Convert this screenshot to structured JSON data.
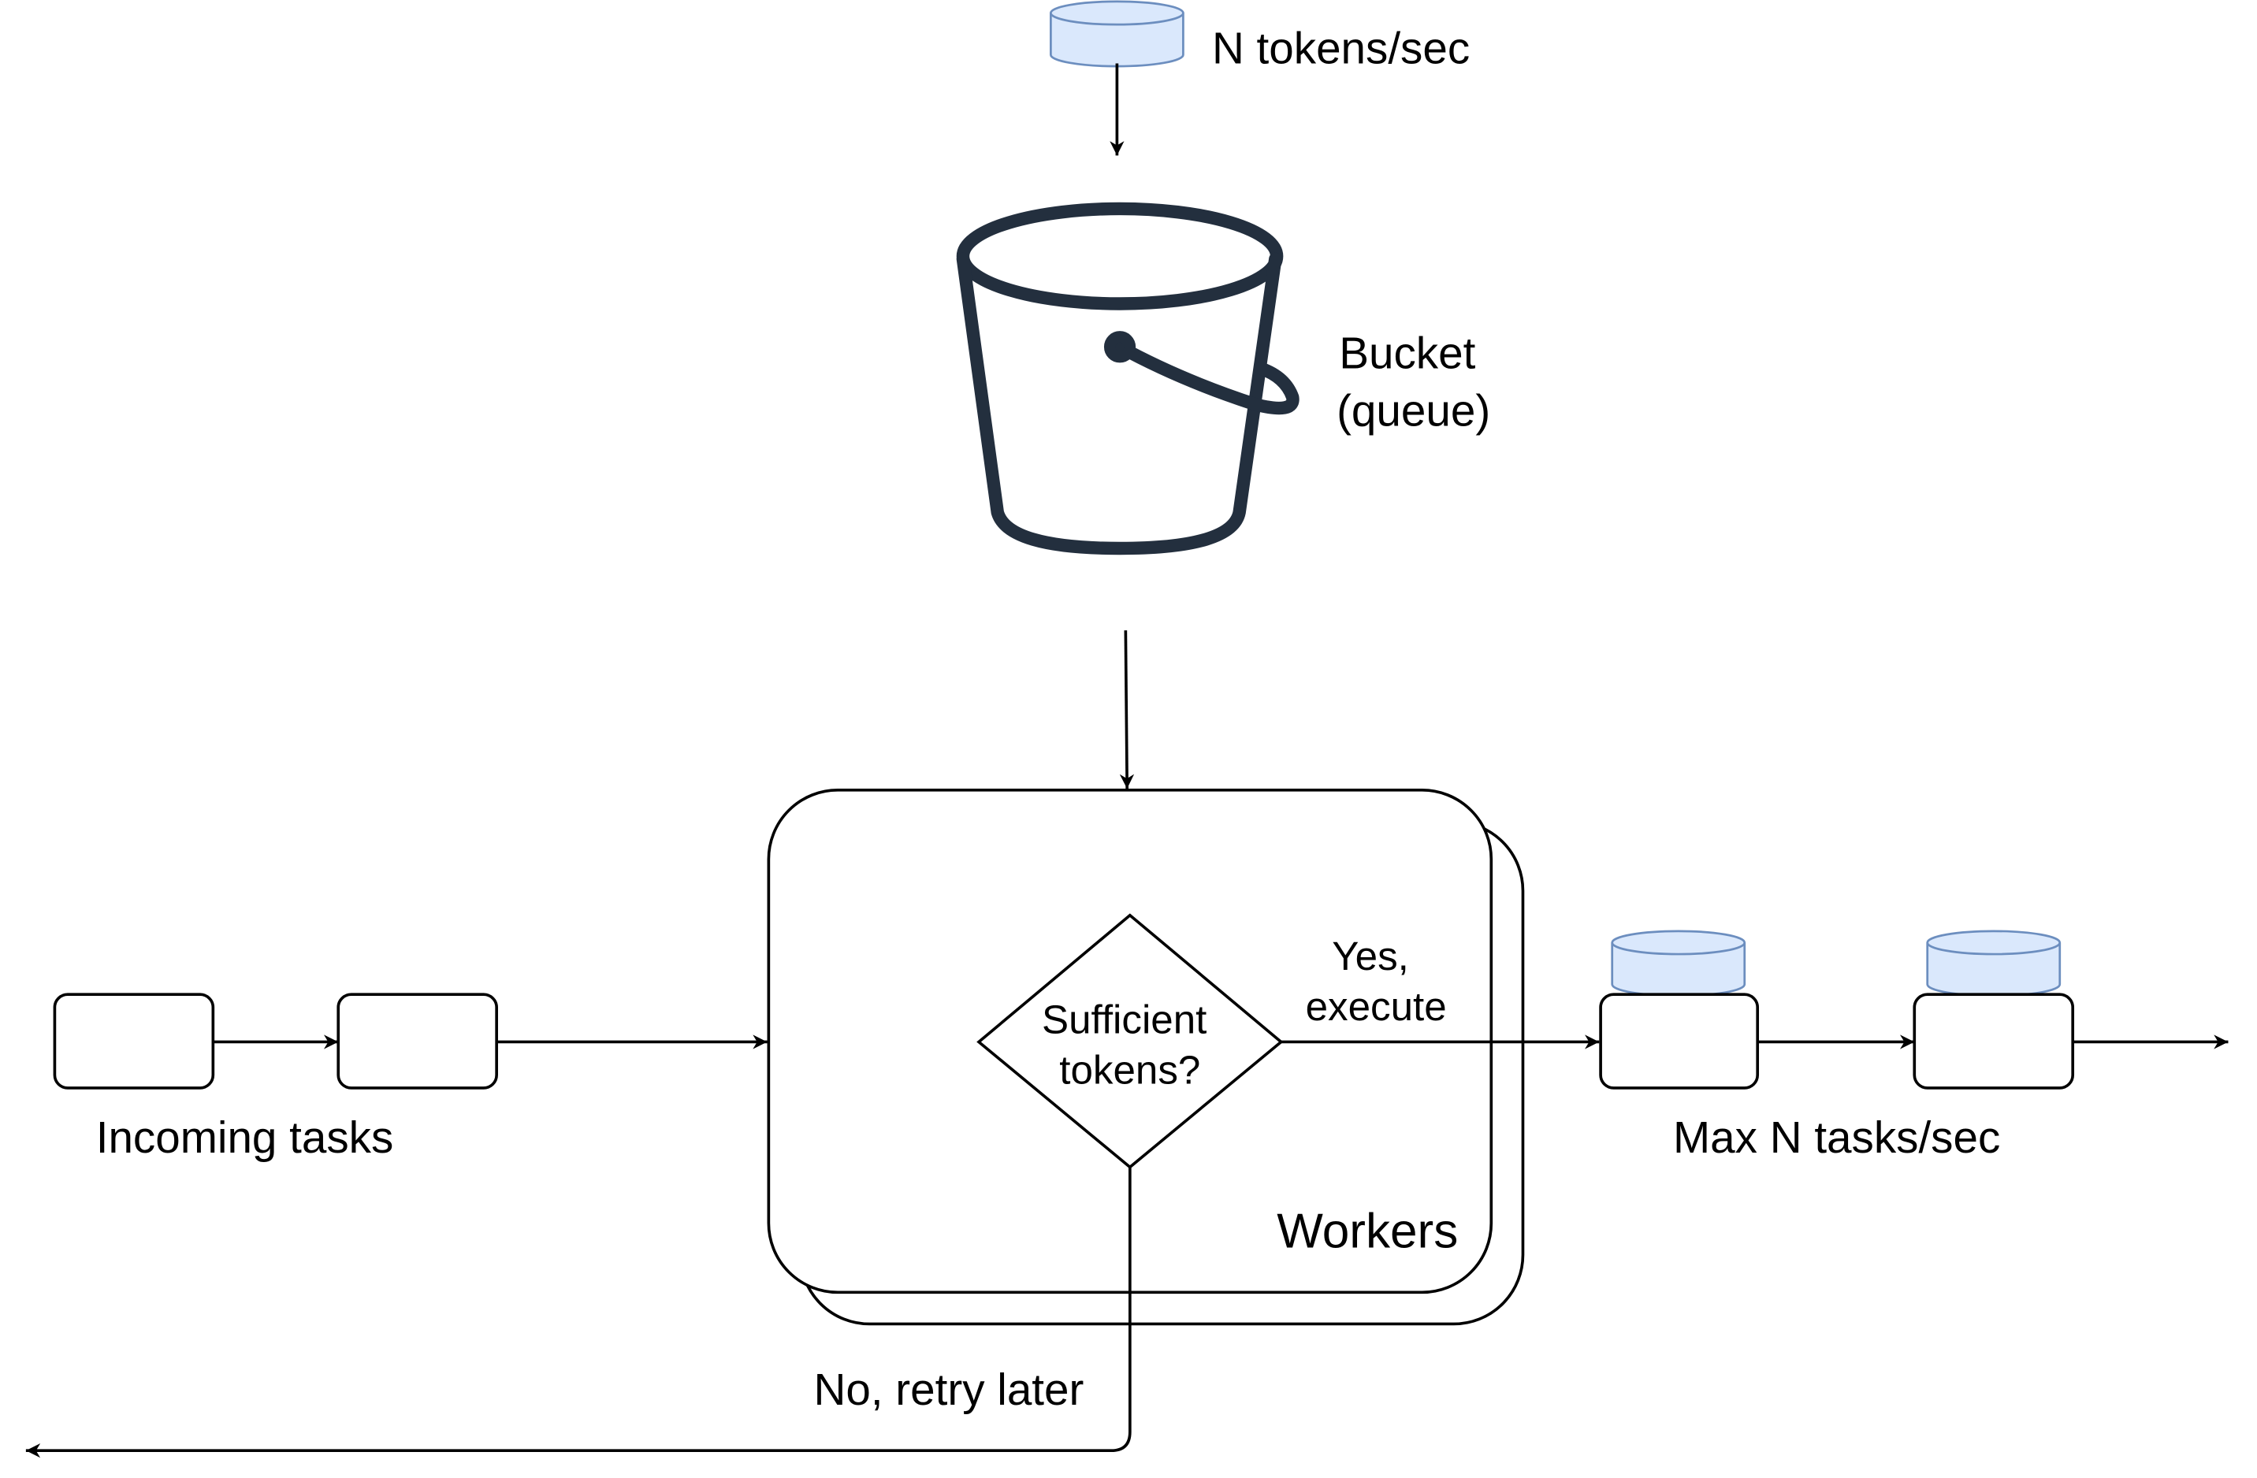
{
  "labels": {
    "token_rate": "N tokens/sec",
    "bucket_line1": "Bucket",
    "bucket_line2": "(queue)",
    "decision_line1": "Sufficient",
    "decision_line2": "tokens?",
    "yes_line1": "Yes,",
    "yes_line2": "execute",
    "workers": "Workers",
    "incoming_tasks": "Incoming tasks",
    "max_rate": "Max N tasks/sec",
    "no_retry": "No, retry later"
  },
  "colors": {
    "stroke": "#000000",
    "bucket": "#232f3e",
    "token_fill": "#dae8fc",
    "token_stroke": "#6c8ebf"
  },
  "icons": {
    "bucket": "bucket-icon",
    "token": "token-icon"
  }
}
